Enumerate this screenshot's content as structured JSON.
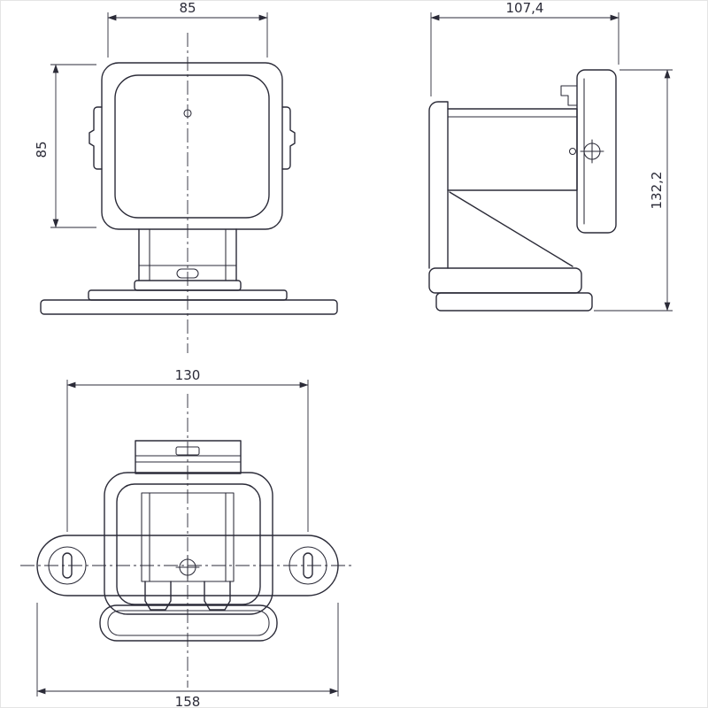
{
  "drawing": {
    "line_color": "#2b2b38",
    "background": "#ffffff",
    "views": {
      "front": {
        "dim_width": "85",
        "dim_height": "85"
      },
      "side": {
        "dim_depth": "107,4",
        "dim_height": "132,2"
      },
      "bottom": {
        "dim_hole_spacing": "130",
        "dim_overall_width": "158"
      }
    }
  }
}
